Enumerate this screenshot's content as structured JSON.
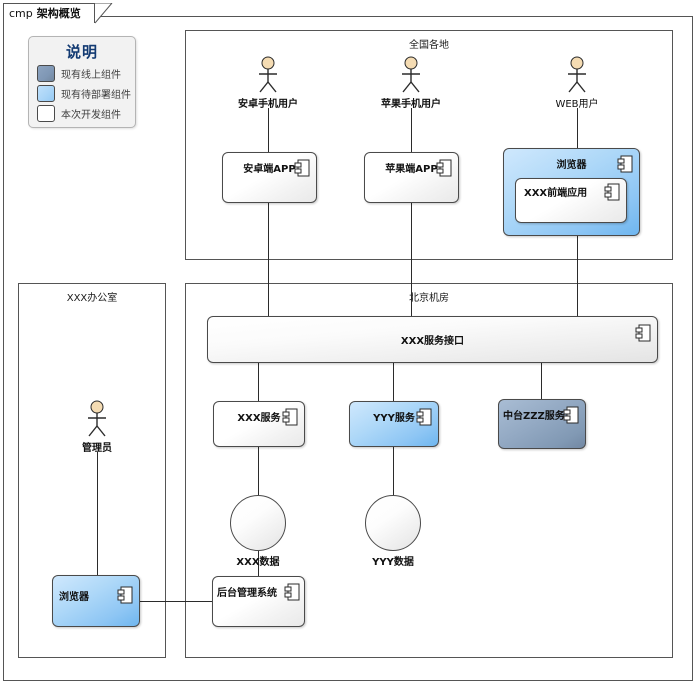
{
  "diagram": {
    "keyword": "cmp",
    "title": "架构概览"
  },
  "legend": {
    "title": "说明",
    "items": [
      {
        "label": "现有线上组件",
        "swatch": "dark",
        "color": "#7f97b5"
      },
      {
        "label": "现有待部署组件",
        "swatch": "blue",
        "color": "#a8d4f7"
      },
      {
        "label": "本次开发组件",
        "swatch": "white",
        "color": "#ffffff"
      }
    ]
  },
  "regions": {
    "nationwide": "全国各地",
    "office": "XXX办公室",
    "datacenter": "北京机房"
  },
  "actors": {
    "android": "安卓手机用户",
    "apple": "苹果手机用户",
    "web": "WEB用户",
    "admin": "管理员"
  },
  "components": {
    "android_app": "安卓端APP",
    "apple_app": "苹果端APP",
    "browser_top": "浏览器",
    "frontend_app": "XXX前端应用",
    "service_interface": "XXX服务接口",
    "xxx_service": "XXX服务",
    "yyy_service": "YYY服务",
    "zzz_service": "中台ZZZ服务",
    "browser_bottom": "浏览器",
    "admin_system": "后台管理系统"
  },
  "databases": {
    "xxx_data": "XXX数据",
    "yyy_data": "YYY数据"
  }
}
